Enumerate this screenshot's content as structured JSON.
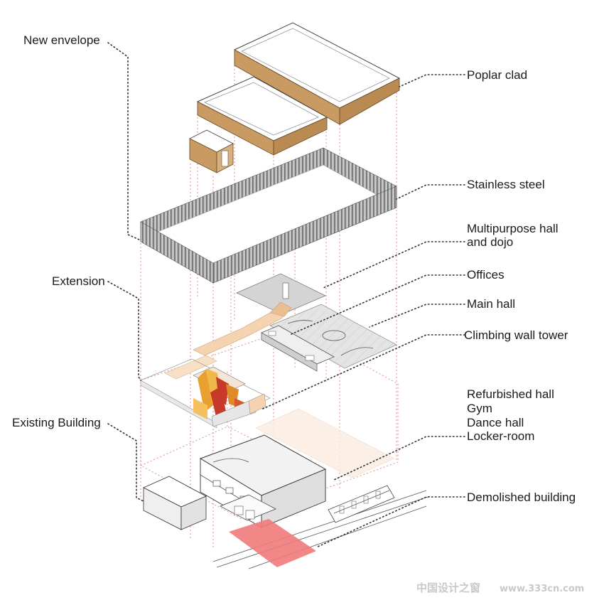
{
  "labels": {
    "new_envelope": "New envelope",
    "extension": "Extension",
    "existing_building": "Existing Building",
    "poplar_clad": "Poplar clad",
    "stainless_steel": "Stainless steel",
    "multipurpose_hall_line1": "Multipurpose hall",
    "multipurpose_hall_line2": "and dojo",
    "offices": "Offices",
    "main_hall": "Main hall",
    "climbing_wall_tower": "Climbing wall tower",
    "refurbished_hall": "Refurbished hall",
    "gym": "Gym",
    "dance_hall": "Dance hall",
    "locker_room": "Locker-room",
    "demolished_building": "Demolished building"
  },
  "watermark": {
    "cn_text": "中国设计之窗",
    "url_text": "www.333cn.com"
  },
  "colors": {
    "poplar": "#c99a62",
    "poplar_dark": "#a9763f",
    "steel": "#9c9c9c",
    "projection": "#e08080",
    "demolished": "#f07a7a",
    "extension_tint": "#f6d3b0",
    "climbing_orange": "#e8a030",
    "climbing_red": "#c73a2a",
    "gray_slab": "#dcdcdc"
  }
}
